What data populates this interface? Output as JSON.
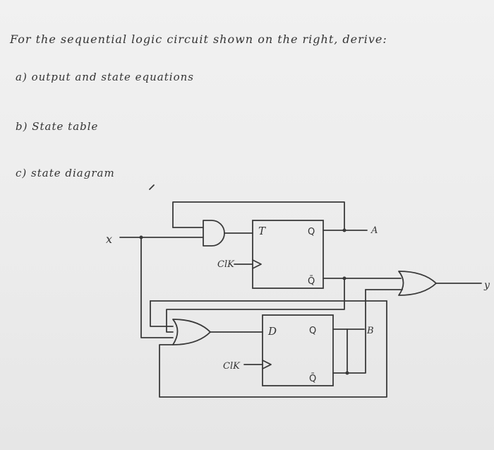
{
  "question": {
    "intro": "For the sequential logic circuit shown on the right, derive:",
    "items": [
      {
        "label": "a)",
        "text": "output and state equations"
      },
      {
        "label": "b)",
        "text": "State table"
      },
      {
        "label": "c)",
        "text": "state diagram"
      }
    ]
  },
  "circuit": {
    "input_x": "x",
    "output_y": "y",
    "ff_top": {
      "input": "T",
      "clock": "ClK",
      "q": "Q",
      "qbar": "Q̄",
      "output": "A"
    },
    "ff_bottom": {
      "input": "D",
      "clock": "ClK",
      "q": "Q",
      "qbar": "Q̄",
      "output": "B"
    }
  }
}
